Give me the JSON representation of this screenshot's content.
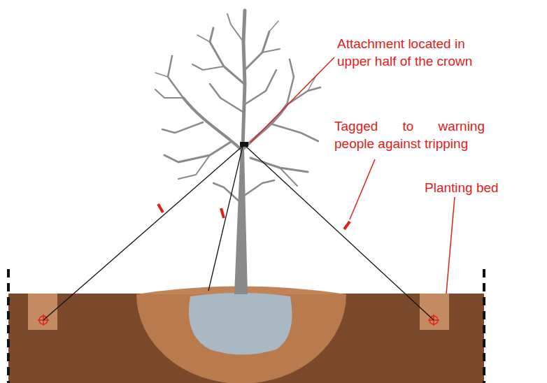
{
  "diagram": {
    "labels": [
      "Attachment located in upper half of the crown",
      "Tagged to warning people against tripping",
      "Planting bed"
    ]
  }
}
